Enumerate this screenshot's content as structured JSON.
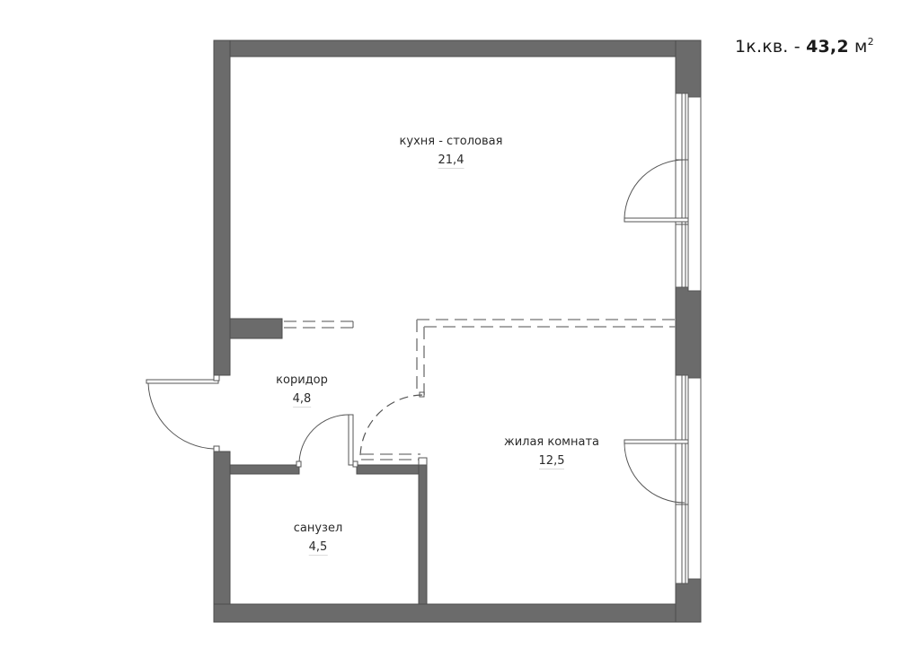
{
  "header": {
    "apartment_type": "1к.кв.",
    "separator": "-",
    "total_area": "43,2",
    "unit": "м",
    "unit_power": "2"
  },
  "rooms": [
    {
      "id": "kitchen",
      "name": "кухня - столовая",
      "area": "21,4"
    },
    {
      "id": "corridor",
      "name": "коридор",
      "area": "4,8"
    },
    {
      "id": "living",
      "name": "жилая комната",
      "area": "12,5"
    },
    {
      "id": "bathroom",
      "name": "санузел",
      "area": "4,5"
    }
  ],
  "colors": {
    "wall": "#6b6b6b",
    "background": "#ffffff",
    "text": "#2a2a2a"
  }
}
